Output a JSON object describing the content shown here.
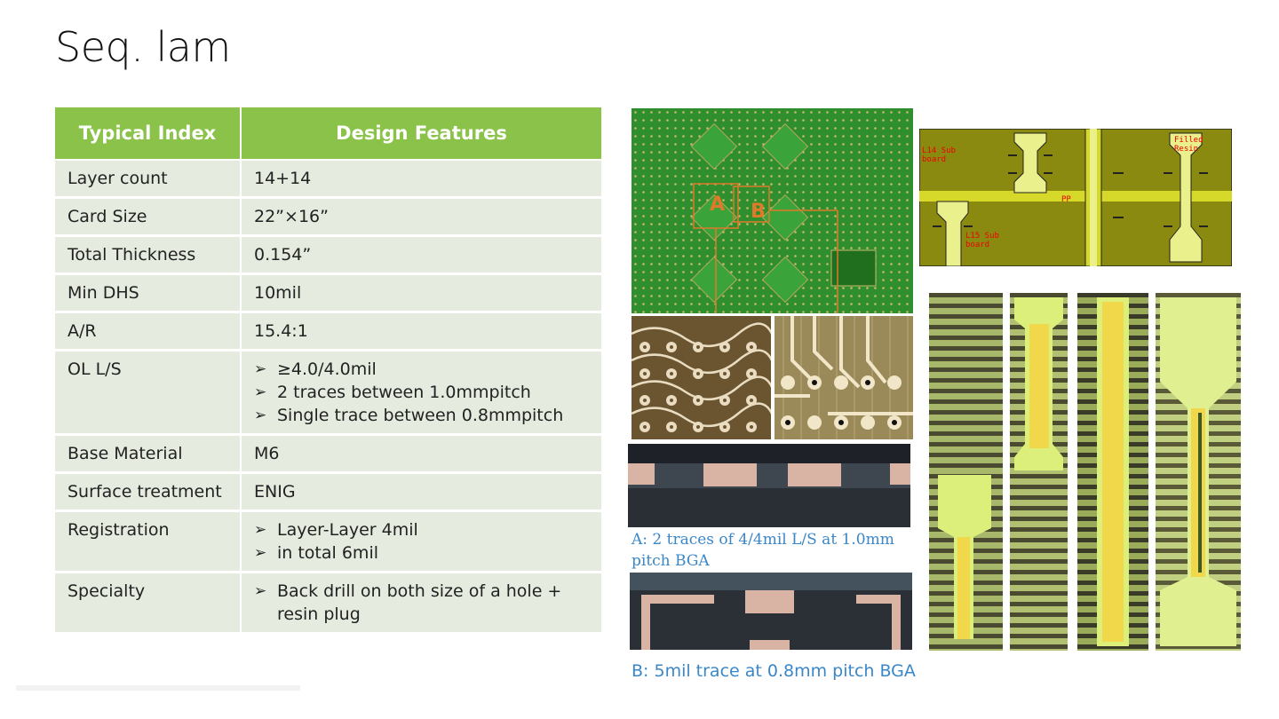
{
  "slide": {
    "title": "Seq. lam"
  },
  "table": {
    "headers": [
      "Typical Index",
      "Design Features"
    ],
    "rows": [
      {
        "index": "Layer count",
        "feature": "14+14"
      },
      {
        "index": "Card Size",
        "feature": "22”×16”"
      },
      {
        "index": "Total Thickness",
        "feature": "0.154”"
      },
      {
        "index": "Min DHS",
        "feature": "10mil"
      },
      {
        "index": "A/R",
        "feature": "15.4:1"
      },
      {
        "index": "OL L/S",
        "bullets": [
          "≥4.0/4.0mil",
          "2 traces between 1.0mmpitch",
          "Single trace between 0.8mmpitch"
        ]
      },
      {
        "index": "Base Material",
        "feature": "M6"
      },
      {
        "index": "Surface treatment",
        "feature": "ENIG"
      },
      {
        "index": "Registration",
        "bullets": [
          "Layer-Layer 4mil",
          "in total 6mil"
        ]
      },
      {
        "index": "Specialty",
        "bullets": [
          "Back drill on both size of a hole + resin plug"
        ]
      }
    ]
  },
  "figures": {
    "board_marker_a": "A",
    "board_marker_b": "B",
    "diagram_labels": {
      "l14_sub_board": "L14 Sub board",
      "l15_sub_board": "L15 Sub board",
      "pp": "PP",
      "filled_resin": "Filled Resin"
    },
    "caption_a": "A: 2 traces of 4/4mil L/S at 1.0mm pitch BGA",
    "caption_b": "B: 5mil trace at 0.8mm pitch BGA"
  },
  "colors": {
    "header_green": "#8bc34a",
    "row_bg": "#e5ecdf",
    "caption_blue": "#3a87c8",
    "pcb_green": "#2f8f2f",
    "olive": "#8a8a10"
  }
}
